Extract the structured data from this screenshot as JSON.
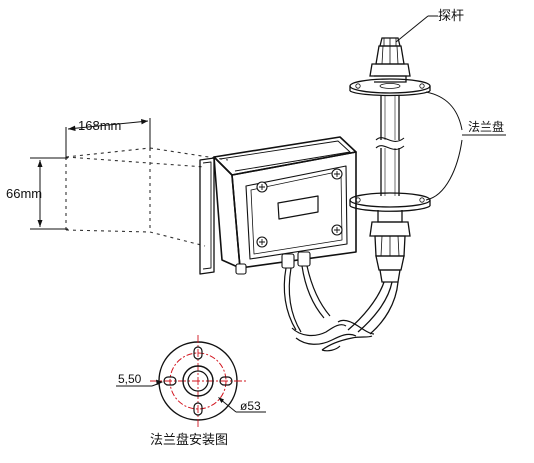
{
  "dimensions": {
    "depth_label": "168mm",
    "height_label": "66mm"
  },
  "callouts": {
    "probe_label": "探杆",
    "flange_label": "法兰盘"
  },
  "flange_detail": {
    "slot_label": "5,50",
    "pcd_label": "ø53",
    "caption": "法兰盘安装图"
  },
  "colors": {
    "line": "#111111",
    "centerline": "#d2141e",
    "background": "#ffffff"
  }
}
